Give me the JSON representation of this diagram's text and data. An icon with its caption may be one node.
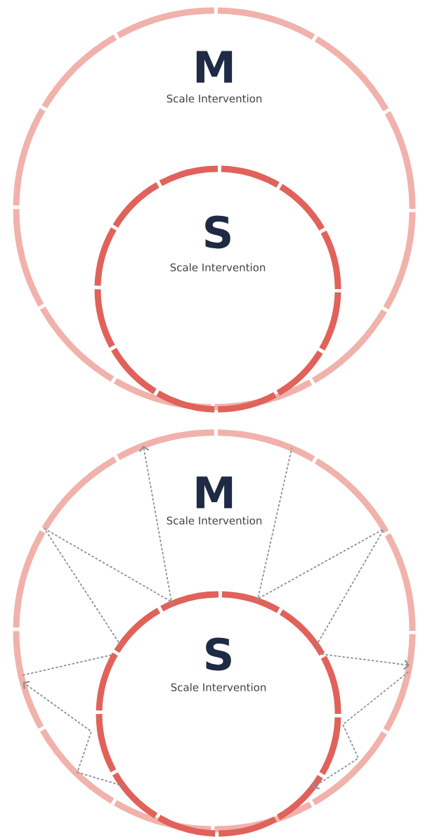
{
  "diagram": {
    "nodes": [
      {
        "text": [
          "M",
          "Scale Intervention"
        ]
      },
      {
        "text": [
          "S",
          "Scale Intervention"
        ],
        "in": 0
      },
      {
        "text": [
          "M",
          "Scale Intervention"
        ]
      },
      {
        "text": [
          "S",
          "Scale Intervention"
        ],
        "in": 2
      }
    ],
    "edges": [
      {
        "from": 3,
        "to": 2,
        "arrow": "to",
        "style": "dashed"
      },
      {
        "from": 3,
        "to": 2,
        "arrow": "none",
        "style": "dashed"
      },
      {
        "from": 3,
        "to": 2,
        "arrow": "none",
        "style": "dashed"
      },
      {
        "from": 3,
        "to": 2,
        "arrow": "none",
        "style": "dashed"
      },
      {
        "from": 3,
        "to": 2,
        "arrow": "none",
        "style": "dashed"
      },
      {
        "from": 3,
        "to": 2,
        "arrow": "none",
        "style": "dashed"
      },
      {
        "from": 3,
        "to": 2,
        "arrow": "to",
        "style": "dashed"
      },
      {
        "from": 3,
        "to": 2,
        "arrow": "none",
        "style": "dashed"
      },
      {
        "from": 2,
        "to": 3,
        "arrow": "to",
        "style": "dashed"
      },
      {
        "from": 3,
        "to": 2,
        "arrow": "to",
        "style": "dashed"
      }
    ]
  }
}
